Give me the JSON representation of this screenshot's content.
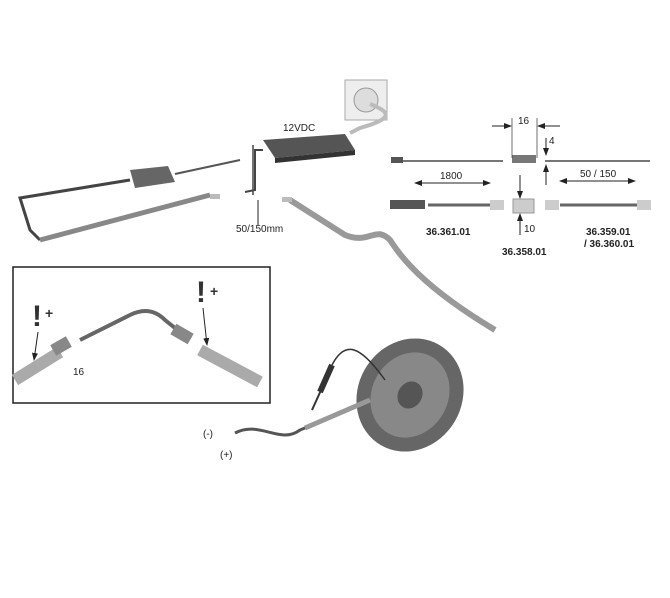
{
  "diagram": {
    "power_supply_label": "12VDC",
    "cable_length_label": "50/150mm",
    "dim_width": "16",
    "dim_height": "4",
    "dim_length_1800": "1800",
    "dim_length_50_150": "50 / 150",
    "dim_connector_10": "10",
    "part_a": "36.361.01",
    "part_b": "36.358.01",
    "part_c_line1": "36.359.01",
    "part_c_line2": "/ 36.360.01",
    "inset_dim_16": "16",
    "warning_mark": "!",
    "plus_mark": "+",
    "minus_polarity": "(-)",
    "plus_polarity": "(+)"
  }
}
